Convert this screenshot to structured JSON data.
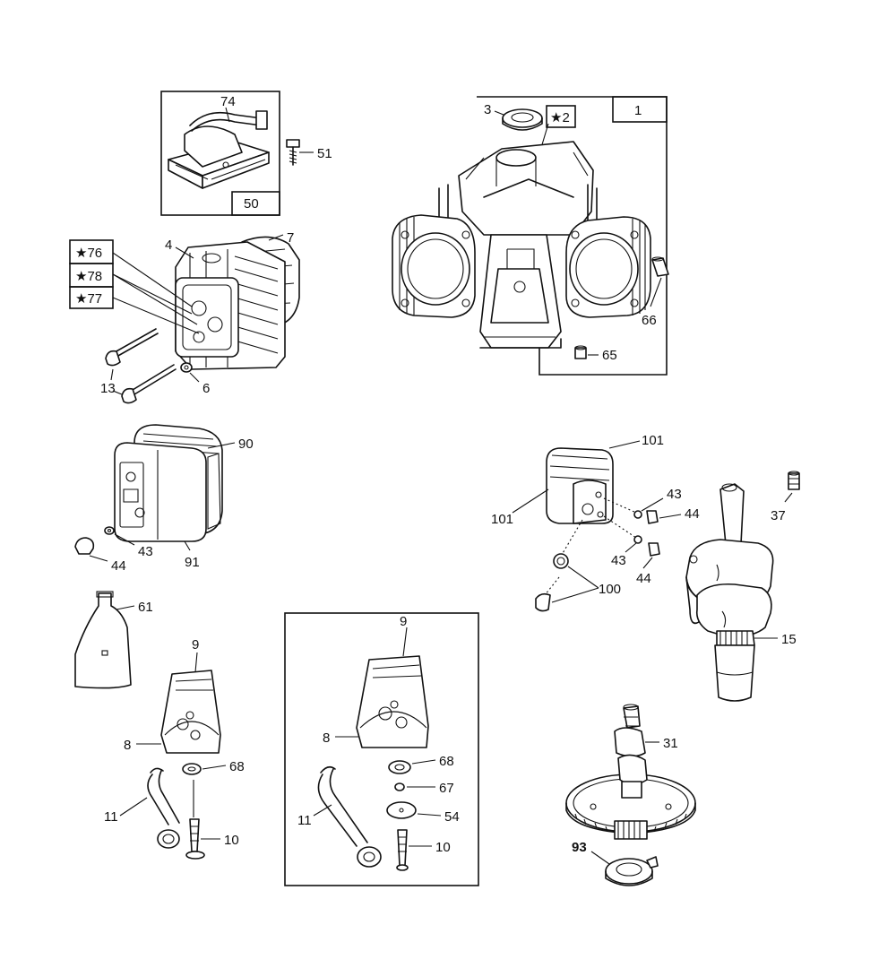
{
  "callouts": {
    "c1": "1",
    "c2": "2",
    "c3": "3",
    "c4": "4",
    "c6": "6",
    "c7": "7",
    "c8": "8",
    "c8b": "8",
    "c9": "9",
    "c9b": "9",
    "c10": "10",
    "c10b": "10",
    "c11": "11",
    "c11b": "11",
    "c13": "13",
    "c15": "15",
    "c31": "31",
    "c37": "37",
    "c43a": "43",
    "c43b": "43",
    "c43c": "43",
    "c44a": "44",
    "c44b": "44",
    "c44c": "44",
    "c50": "50",
    "c51": "51",
    "c54": "54",
    "c61": "61",
    "c65": "65",
    "c66": "66",
    "c67": "67",
    "c68": "68",
    "c68b": "68",
    "c74": "74",
    "c76": "76",
    "c77": "77",
    "c78": "78",
    "c90": "90",
    "c91": "91",
    "c93": "93",
    "c100": "100",
    "c101a": "101",
    "c101b": "101"
  },
  "star_symbol": "★"
}
